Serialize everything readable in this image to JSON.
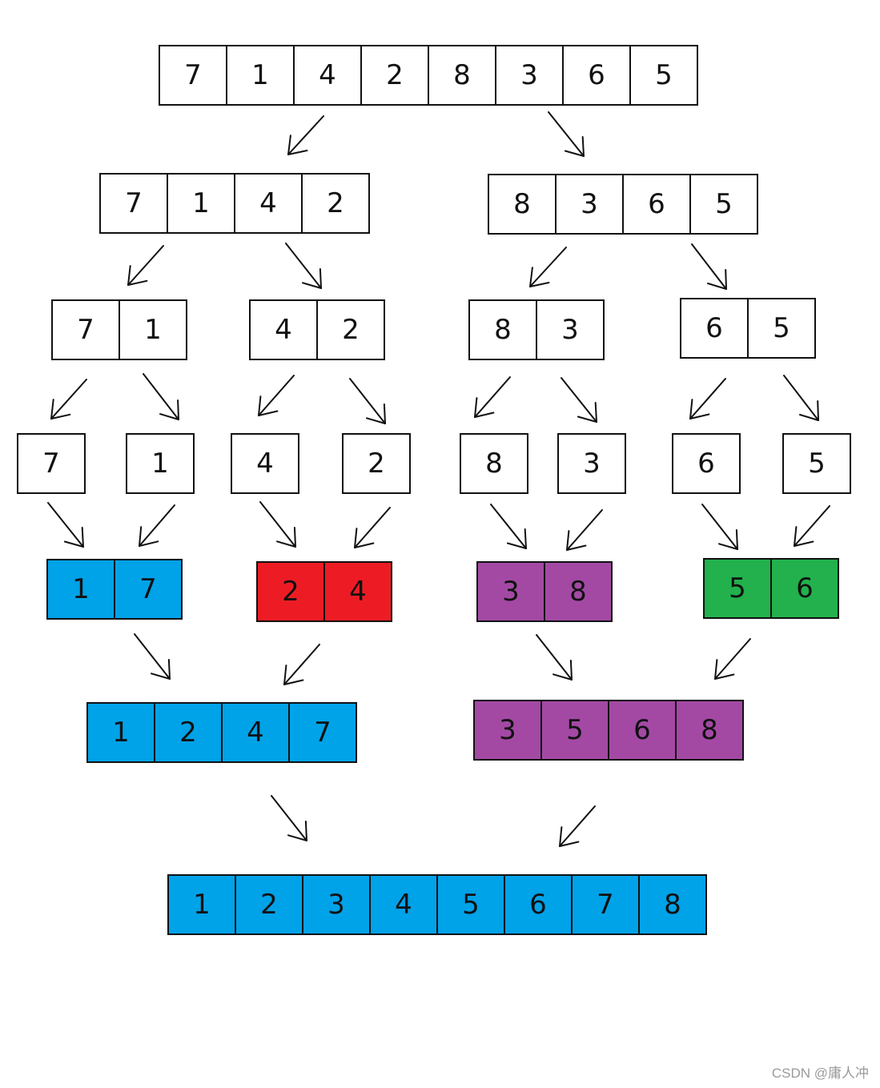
{
  "diagram": {
    "rows": [
      {
        "id": "input-array",
        "values": [
          "7",
          "1",
          "4",
          "2",
          "8",
          "3",
          "6",
          "5"
        ],
        "fill": "#ffffff"
      },
      {
        "id": "split-left",
        "values": [
          "7",
          "1",
          "4",
          "2"
        ],
        "fill": "#ffffff"
      },
      {
        "id": "split-right",
        "values": [
          "8",
          "3",
          "6",
          "5"
        ],
        "fill": "#ffffff"
      },
      {
        "id": "pair-7-1",
        "values": [
          "7",
          "1"
        ],
        "fill": "#ffffff"
      },
      {
        "id": "pair-4-2",
        "values": [
          "4",
          "2"
        ],
        "fill": "#ffffff"
      },
      {
        "id": "pair-8-3",
        "values": [
          "8",
          "3"
        ],
        "fill": "#ffffff"
      },
      {
        "id": "pair-6-5",
        "values": [
          "6",
          "5"
        ],
        "fill": "#ffffff"
      },
      {
        "id": "single-7",
        "values": [
          "7"
        ],
        "fill": "#ffffff"
      },
      {
        "id": "single-1",
        "values": [
          "1"
        ],
        "fill": "#ffffff"
      },
      {
        "id": "single-4",
        "values": [
          "4"
        ],
        "fill": "#ffffff"
      },
      {
        "id": "single-2",
        "values": [
          "2"
        ],
        "fill": "#ffffff"
      },
      {
        "id": "single-8",
        "values": [
          "8"
        ],
        "fill": "#ffffff"
      },
      {
        "id": "single-3",
        "values": [
          "3"
        ],
        "fill": "#ffffff"
      },
      {
        "id": "single-6",
        "values": [
          "6"
        ],
        "fill": "#ffffff"
      },
      {
        "id": "single-5",
        "values": [
          "5"
        ],
        "fill": "#ffffff"
      },
      {
        "id": "merged-1-7",
        "values": [
          "1",
          "7"
        ],
        "fill": "#00a2e8"
      },
      {
        "id": "merged-2-4",
        "values": [
          "2",
          "4"
        ],
        "fill": "#ed1c24"
      },
      {
        "id": "merged-3-8",
        "values": [
          "3",
          "8"
        ],
        "fill": "#a349a4"
      },
      {
        "id": "merged-5-6",
        "values": [
          "5",
          "6"
        ],
        "fill": "#22b14c"
      },
      {
        "id": "merged-1-2-4-7",
        "values": [
          "1",
          "2",
          "4",
          "7"
        ],
        "fill": "#00a2e8"
      },
      {
        "id": "merged-3-5-6-8",
        "values": [
          "3",
          "5",
          "6",
          "8"
        ],
        "fill": "#a349a4"
      },
      {
        "id": "sorted-array",
        "values": [
          "1",
          "2",
          "3",
          "4",
          "5",
          "6",
          "7",
          "8"
        ],
        "fill": "#00a2e8"
      }
    ]
  },
  "watermark": "CSDN @庸人冲"
}
